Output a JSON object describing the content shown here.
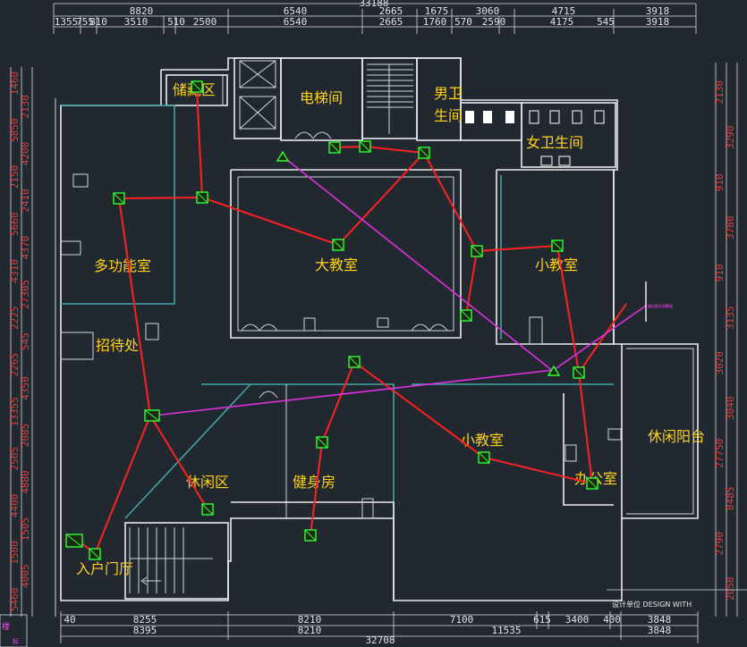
{
  "rooms": {
    "storage": "储藏区",
    "elevator": "电梯间",
    "mens_restroom_line1": "男卫",
    "mens_restroom_line2": "生间",
    "womens_restroom": "女卫生间",
    "multi_room": "多功能室",
    "big_classroom": "大教室",
    "small_classroom_a": "小教室",
    "reception": "招待处",
    "leisure_area": "休闲区",
    "gym": "健身房",
    "small_classroom_b": "小教室",
    "office": "办公室",
    "balcony": "休闲阳台",
    "entrance": "入户门厅"
  },
  "top_dims": {
    "total": "33188",
    "row1": [
      "8820",
      "6540",
      "2665",
      "1675",
      "3060",
      "4715",
      "3918"
    ],
    "row2": [
      "1355",
      "755",
      "810",
      "3510",
      "510",
      "2500",
      "6540",
      "2665",
      "1760",
      "570",
      "2590",
      "4175",
      "545",
      "3918"
    ]
  },
  "bottom_dims": {
    "row1": [
      "40",
      "8255",
      "8210",
      "7100",
      "615",
      "3400",
      "400",
      "3848"
    ],
    "row2": [
      "8395",
      "8210",
      "11535",
      "3848"
    ],
    "total": "32708"
  },
  "left_dims": [
    "1460",
    "2130",
    "5850",
    "4200",
    "2150",
    "2410",
    "5660",
    "4370",
    "4310",
    "27305",
    "2225",
    "545",
    "2265",
    "4350",
    "13355",
    "2085",
    "2505",
    "4880",
    "4400",
    "1505",
    "1500",
    "4005",
    "5460"
  ],
  "right_dims": [
    "2130",
    "3290",
    "910",
    "3780",
    "910",
    "3135",
    "3020",
    "3040",
    "27750",
    "8485",
    "2790",
    "2050"
  ],
  "footer": {
    "label": "设计单位 DESIGN WITH"
  },
  "annotation": {
    "tiny_label": "路由器无线覆盖"
  },
  "corner_labels": [
    "楼",
    "标"
  ],
  "colors": {
    "background": "#212830",
    "wall": "#e8ecef",
    "accent_wall": "#3fa5a5",
    "room_label": "#ffd21a",
    "cable": "#ff2020",
    "wireless_link": "#e030e0",
    "device": "#30ff30"
  }
}
